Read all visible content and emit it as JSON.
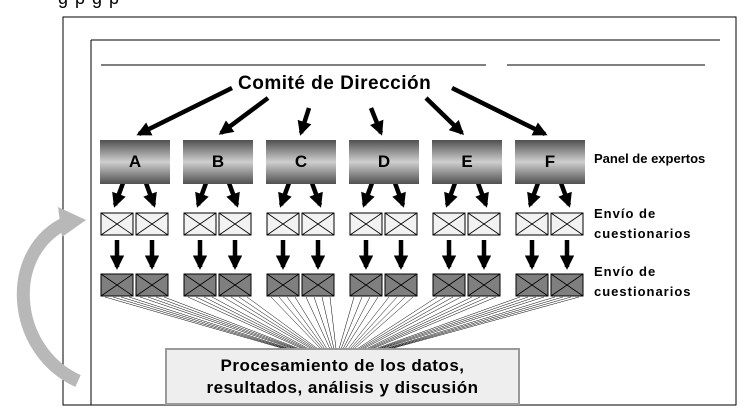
{
  "top_cut_text": "g                              p     g                   p",
  "committee": "Comité de Dirección",
  "experts": [
    "A",
    "B",
    "C",
    "D",
    "E",
    "F"
  ],
  "panel_label": "Panel de expertos",
  "send_row1": {
    "line1": "Envío de",
    "line2": "cuestionarios"
  },
  "send_row2": {
    "line1": "Envío de",
    "line2": "cuestionarios"
  },
  "processing": {
    "line1": "Procesamiento de los datos,",
    "line2": "resultados, análisis y discusión"
  },
  "colors": {
    "envelope_light": "#f2f2f2",
    "envelope_dark": "#7f7f7f",
    "box_fill": "#eeeeee",
    "box_border": "#9a9a9a",
    "arrow": "#000000"
  }
}
